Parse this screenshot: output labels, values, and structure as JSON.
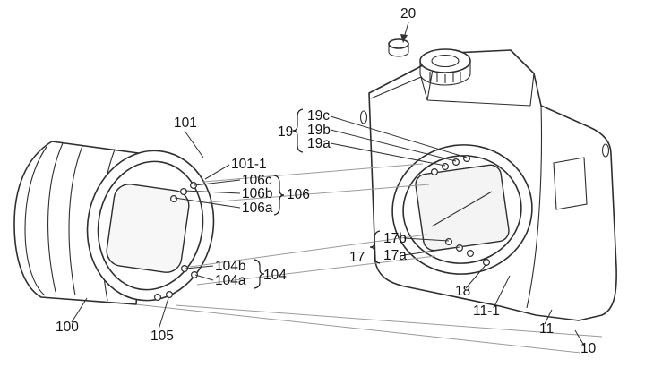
{
  "figure": {
    "type": "patent-line-drawing",
    "description": "Interchangeable lens and camera body with electrical contact groups and alignment projection lines",
    "background_color": "#ffffff",
    "line_color": "#2e2e2e",
    "projection_line_color": "#9a9a9a",
    "label_color": "#141414"
  },
  "labels": {
    "r20": "20",
    "r101": "101",
    "r19": "19",
    "r19c": "19c",
    "r19b": "19b",
    "r19a": "19a",
    "r101_1": "101-1",
    "r106c": "106c",
    "r106b": "106b",
    "r106a": "106a",
    "r106": "106",
    "r17": "17",
    "r17b": "17b",
    "r17a": "17a",
    "r104b": "104b",
    "r104a": "104a",
    "r104": "104",
    "r18": "18",
    "r11_1": "11-1",
    "r100": "100",
    "r105": "105",
    "r11": "11",
    "r10": "10"
  }
}
